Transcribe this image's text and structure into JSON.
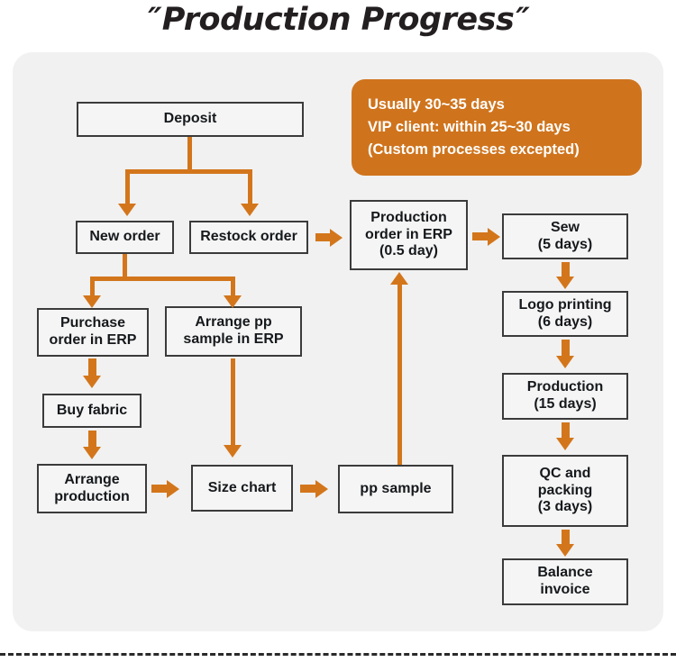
{
  "page": {
    "title_quote_open": "″",
    "title_text": "Production Progress",
    "title_quote_close": "″"
  },
  "callout": {
    "line1": "Usually 30~35 days",
    "line2": "VIP client: within 25~30 days",
    "line3": "(Custom processes excepted)",
    "bg_color": "#cf741d",
    "text_color": "#ffffff"
  },
  "theme": {
    "arrow_color": "#d3761b",
    "panel_bg": "#f1f1f1",
    "node_border": "#3b3b3b",
    "node_bg": "#f5f5f5",
    "text_color": "#16191c"
  },
  "nodes": {
    "deposit": "Deposit",
    "new_order": "New order",
    "restock_order": "Restock order",
    "purchase_order": "Purchase\norder in ERP",
    "arrange_pp_sample": "Arrange pp\nsample in ERP",
    "buy_fabric": "Buy fabric",
    "arrange_production": "Arrange\nproduction",
    "size_chart": "Size chart",
    "pp_sample": "pp sample",
    "production_order": "Production\norder in ERP\n(0.5 day)",
    "sew": "Sew\n(5 days)",
    "logo_printing": "Logo printing\n(6 days)",
    "production": "Production\n(15 days)",
    "qc_packing": "QC and\npacking\n(3 days)",
    "balance_invoice": "Balance\ninvoice"
  }
}
